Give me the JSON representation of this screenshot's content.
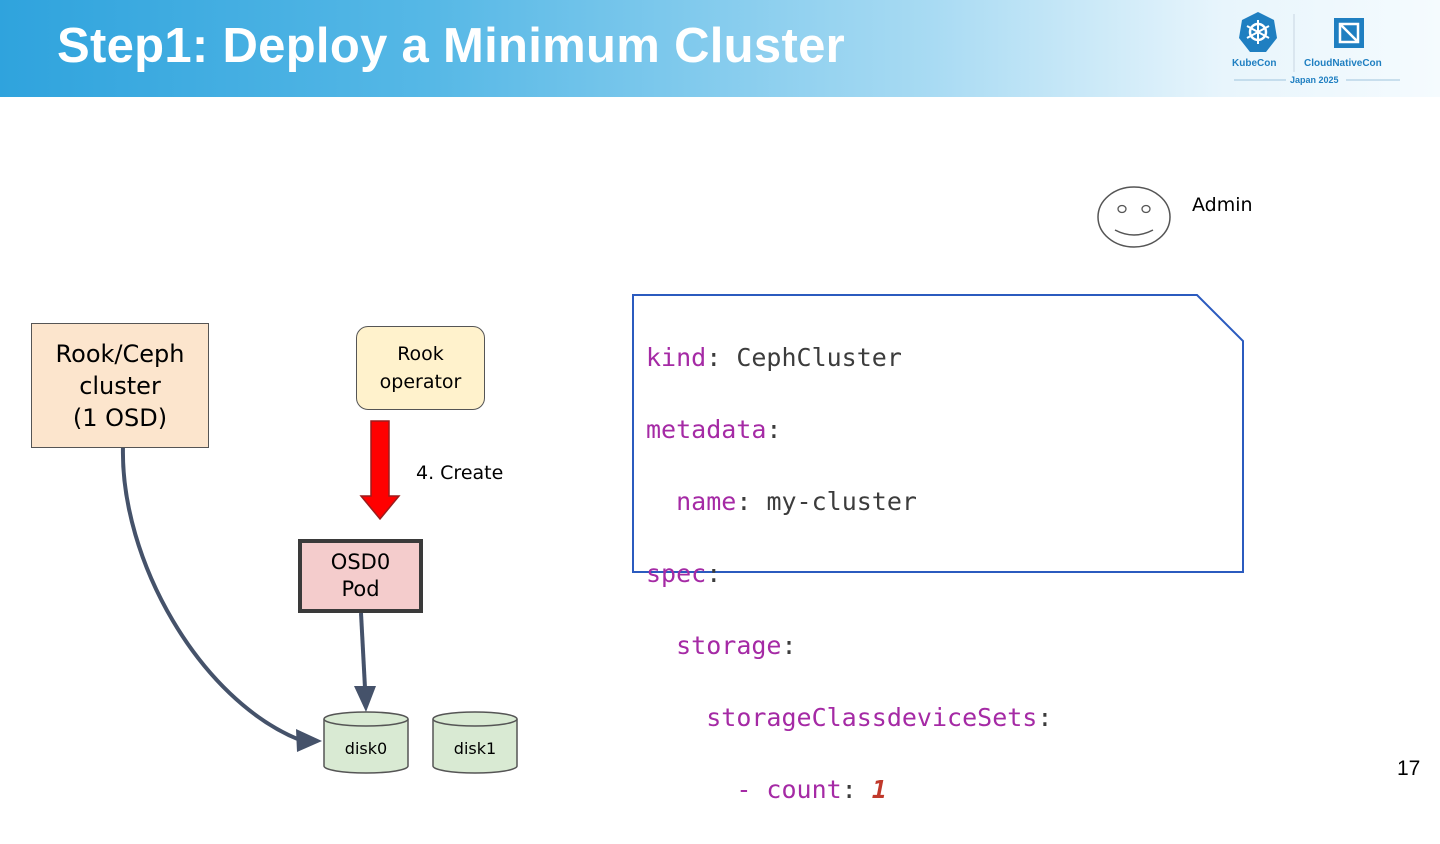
{
  "slide": {
    "title": "Step1: Deploy a Minimum Cluster",
    "page_number": "17"
  },
  "logo": {
    "left_name": "KubeCon",
    "right_name": "CloudNativeCon",
    "event": "Japan 2025",
    "left_icon": "kubecon-helm-icon",
    "right_icon": "cncf-icon"
  },
  "diagram": {
    "cluster": {
      "lines": [
        "Rook/Ceph",
        "cluster",
        "(1 OSD)"
      ]
    },
    "operator": {
      "lines": [
        "Rook",
        "operator"
      ]
    },
    "osd_pod": {
      "lines": [
        "OSD0",
        "Pod"
      ]
    },
    "create_label": "4. Create",
    "admin_label": "Admin",
    "disks": [
      "disk0",
      "disk1"
    ],
    "colors": {
      "cluster_fill": "#fce5cd",
      "operator_fill": "#fff2cc",
      "osd_fill": "#f4cccc",
      "disk_fill": "#d9ead3",
      "create_arrow": "#ff0000",
      "connector": "#45526a",
      "yaml_key": "#a52aa5",
      "yaml_highlight": "#c0392b",
      "yaml_border": "#2b5bbf"
    }
  },
  "yaml": {
    "lines": [
      {
        "key": "kind",
        "sep": ": ",
        "value": "CephCluster",
        "indent": ""
      },
      {
        "key": "metadata",
        "sep": ":",
        "value": "",
        "indent": ""
      },
      {
        "key": "name",
        "sep": ": ",
        "value": "my-cluster",
        "indent": "  "
      },
      {
        "key": "spec",
        "sep": ":",
        "value": "",
        "indent": ""
      },
      {
        "key": "storage",
        "sep": ":",
        "value": "",
        "indent": "  "
      },
      {
        "key": "storageClassdeviceSets",
        "sep": ":",
        "value": "",
        "indent": "    "
      },
      {
        "key": "- count",
        "sep": ": ",
        "value": "1",
        "indent": "      ",
        "highlight": true
      }
    ]
  }
}
